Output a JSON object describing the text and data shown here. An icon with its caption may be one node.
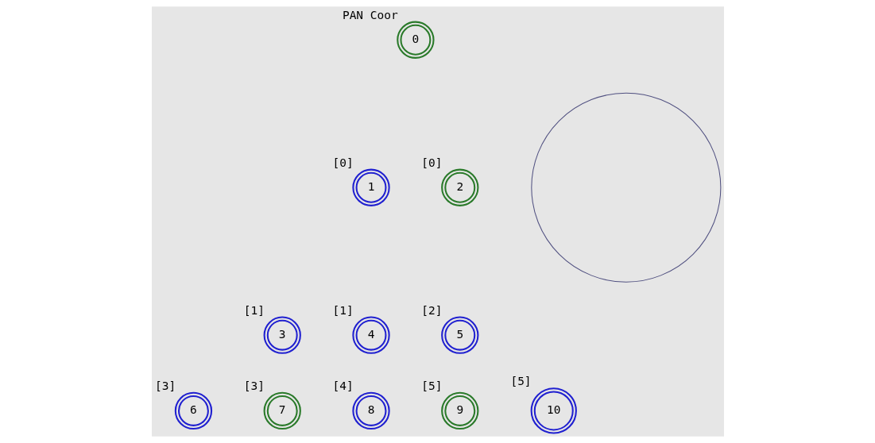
{
  "diagram": {
    "nodes": [
      {
        "text": [
          "0"
        ],
        "beside": [
          "PAN Coor"
        ]
      },
      {
        "text": [
          "1"
        ],
        "beside": [
          "[0]"
        ]
      },
      {
        "text": [
          "2"
        ],
        "beside": [
          "[0]"
        ]
      },
      {
        "text": [
          "3"
        ],
        "beside": [
          "[1]"
        ]
      },
      {
        "text": [
          "4"
        ],
        "beside": [
          "[1]"
        ]
      },
      {
        "text": [
          "5"
        ],
        "beside": [
          "[2]"
        ]
      },
      {
        "text": [
          "6"
        ],
        "beside": [
          "[3]"
        ]
      },
      {
        "text": [
          "7"
        ],
        "beside": [
          "[3]"
        ]
      },
      {
        "text": [
          "8"
        ],
        "beside": [
          "[4]"
        ]
      },
      {
        "text": [
          "9"
        ],
        "beside": [
          "[5]"
        ]
      },
      {
        "text": [
          "10"
        ],
        "beside": [
          "[5]"
        ]
      },
      {
        "text": [],
        "shape": "circle"
      }
    ],
    "edges": []
  }
}
